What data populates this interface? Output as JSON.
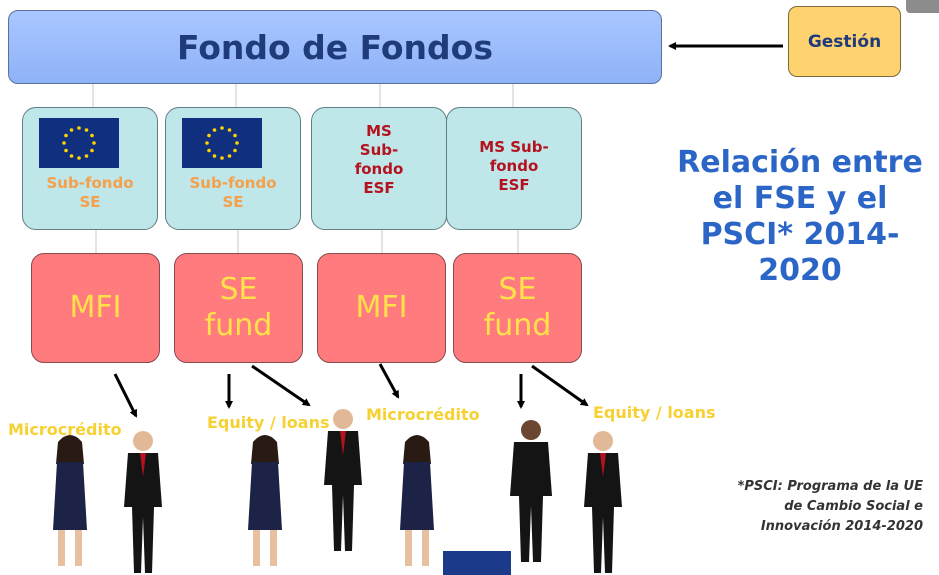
{
  "header": {
    "title": "Fondo de Fondos",
    "management": "Gestión"
  },
  "subfunds": [
    {
      "label_line1": "Sub-fondo",
      "label_line2": "SE",
      "style": "eu"
    },
    {
      "label_line1": "Sub-fondo",
      "label_line2": "SE",
      "style": "eu"
    },
    {
      "label_line1": "MS",
      "label_line2": "Sub-",
      "label_line3": "fondo",
      "label_line4": "ESF",
      "style": "ms"
    },
    {
      "label_line1": "MS Sub-",
      "label_line2": "fondo",
      "label_line3": "ESF",
      "style": "ms"
    }
  ],
  "funds": [
    {
      "line1": "MFI",
      "line2": ""
    },
    {
      "line1": "SE",
      "line2": "fund"
    },
    {
      "line1": "MFI",
      "line2": ""
    },
    {
      "line1": "SE",
      "line2": "fund"
    }
  ],
  "outputs": {
    "o1": "Microcrédito",
    "o2": "Equity / loans",
    "o3": "Microcrédito",
    "o4": "Equity / loans"
  },
  "side_title": {
    "line1": "Relación entre",
    "line2": "el FSE y el",
    "line3": "PSCI* 2014-",
    "line4": "2020"
  },
  "footnote": {
    "line1": "*PSCI: Programa de la UE",
    "line2": "de Cambio Social e",
    "line3": "Innovación 2014-2020"
  },
  "colors": {
    "top_box": "#9ebdfd",
    "management_box": "#fdd26f",
    "subfund_box": "#bfe6e9",
    "fund_box": "#ff7b7e",
    "fund_text": "#ffe24a",
    "title_text": "#2b66c6",
    "eu_flag": "#10307f"
  }
}
